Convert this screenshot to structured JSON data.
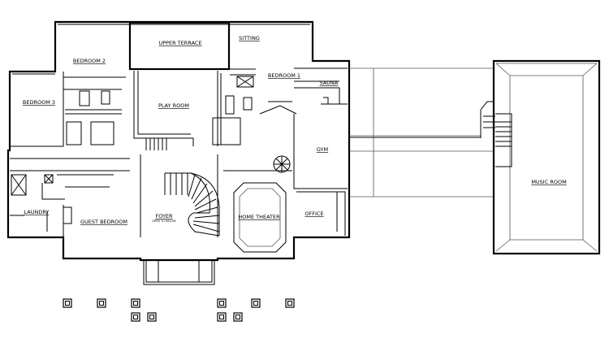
{
  "plan": {
    "rooms": {
      "upper_terrace": "UPPER TERRACE",
      "sitting": "SITTING",
      "bedroom_2": "BEDROOM 2",
      "bedroom_1": "BEDROOM 1",
      "bedroom_3": "BEDROOM 3",
      "play_room": "PLAY ROOM",
      "sauna": "SAUNA",
      "gym": "GYM",
      "laundry": "LAUNDRY",
      "guest_bedroom": "GUEST BEDROOM",
      "foyer": "FOYER",
      "foyer_note": "OPEN TO BELOW",
      "home_theater": "HOME THEATER",
      "office": "OFFICE",
      "music_room": "MUSIC ROOM"
    }
  }
}
